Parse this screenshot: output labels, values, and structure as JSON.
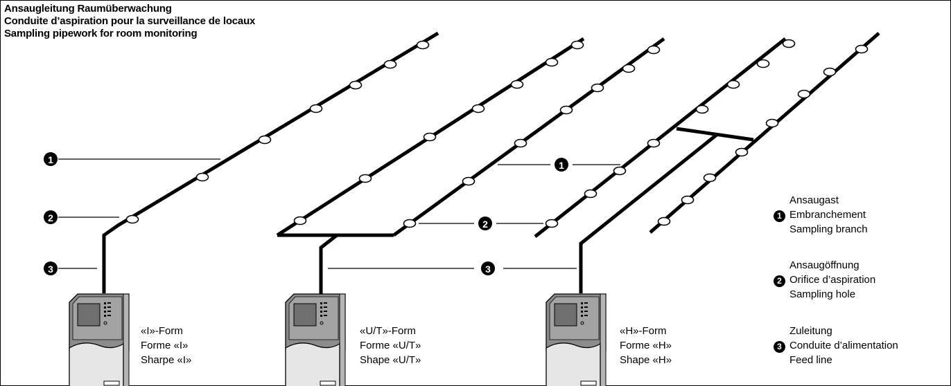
{
  "titles": {
    "de": "Ansaugleitung Raumüberwachung",
    "fr": "Conduite d’aspiration pour la surveillance de locaux",
    "en": "Sampling pipework for room monitoring"
  },
  "callouts": {
    "one": "1",
    "two": "2",
    "three": "3"
  },
  "systems": [
    {
      "line1": "«I»-Form",
      "line2": "Forme «I»",
      "line3": "Sharpe «I»"
    },
    {
      "line1": "«U/T»-Form",
      "line2": "Forme «U/T»",
      "line3": "Shape «U/T»"
    },
    {
      "line1": "«H»-Form",
      "line2": "Forme «H»",
      "line3": "Shape «H»"
    }
  ],
  "legend": [
    {
      "num": "1",
      "de": "Ansaugast",
      "fr": "Embranchement",
      "en": "Sampling branch"
    },
    {
      "num": "2",
      "de": "Ansaugöffnung",
      "fr": "Orifice d’aspiration",
      "en": "Sampling hole"
    },
    {
      "num": "3",
      "de": "Zuleitung",
      "fr": "Conduite d’alimentation",
      "en": "Feed line"
    }
  ],
  "colors": {
    "pipe": "#000000",
    "device_top": "#8c8c8c",
    "device_body": "#e6e6e6",
    "device_panel": "#bdbdbd"
  }
}
